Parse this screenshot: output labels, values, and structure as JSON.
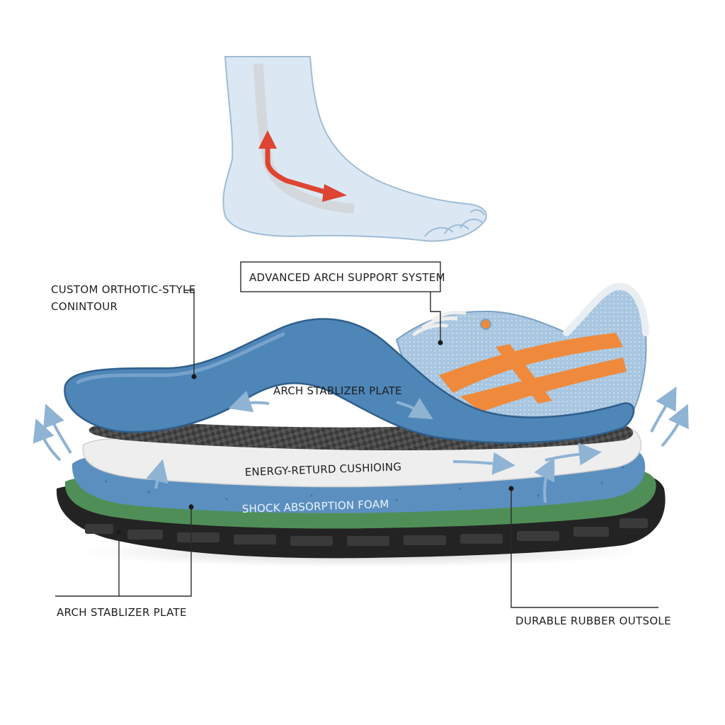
{
  "labels": {
    "custom_contour_line1": "CUSTOM ORTHOTIC-STYLE",
    "custom_contour_line2": "CONINTOUR",
    "advanced_arch_support": "ADVANCED ARCH SUPPORT SYSTEM",
    "arch_stabilizer_inner": "ARCH STABLIZER PLATE",
    "energy_return": "ENERGY-RETURD CUSHIOING",
    "shock_absorption": "SHOCK ABSORPTION FOAM",
    "arch_stabilizer_bottom": "ARCH STABLIZER PLATE",
    "durable_outsole": "DURABLE RUBBER OUTSOLE"
  },
  "colors": {
    "insole_blue": "#4f86b8",
    "insole_dark": "#2f5f8c",
    "carbon_plate": "#3a3a3a",
    "cushion_white": "#eeeeee",
    "shock_foam_blue": "#5b8fc0",
    "green_midsole": "#4f8f57",
    "outsole_black": "#232323",
    "shoe_mesh": "#a8c6e0",
    "accent_orange": "#ef8a3c",
    "foot_fill": "#dbe8f3",
    "motion_arrow_red": "#dd4432",
    "airflow_arrow": "#8fb3d3"
  },
  "icons": {
    "foot": "foot-illustration",
    "motion_arrow": "red-bend-arrow-icon",
    "airflow": "airflow-arrow-icon"
  }
}
